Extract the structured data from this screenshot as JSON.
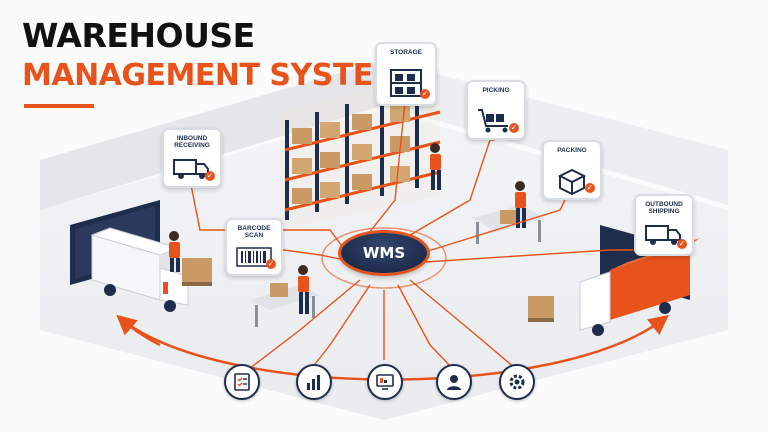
{
  "title": {
    "line1": "WAREHOUSE",
    "line2": "MANAGEMENT SYSTEM"
  },
  "hub": {
    "label": "WMS"
  },
  "stations": [
    {
      "id": "inbound",
      "label": "INBOUND RECEIVING",
      "icon": "truck-icon"
    },
    {
      "id": "storage",
      "label": "STORAGE",
      "icon": "shelves-icon"
    },
    {
      "id": "picking",
      "label": "PICKING",
      "icon": "cart-icon"
    },
    {
      "id": "packing",
      "label": "PACKING",
      "icon": "box-icon"
    },
    {
      "id": "barcode",
      "label": "BARCODE SCAN",
      "icon": "barcode-icon"
    },
    {
      "id": "outbound",
      "label": "OUTBOUND SHIPPING",
      "icon": "truck-icon"
    }
  ],
  "bottom_icons": [
    "checklist-icon",
    "bar-chart-icon",
    "monitor-icon",
    "user-icon",
    "gear-icon"
  ],
  "colors": {
    "accent": "#e8531b",
    "navy": "#1f2d4d",
    "check": "#e8531b"
  }
}
